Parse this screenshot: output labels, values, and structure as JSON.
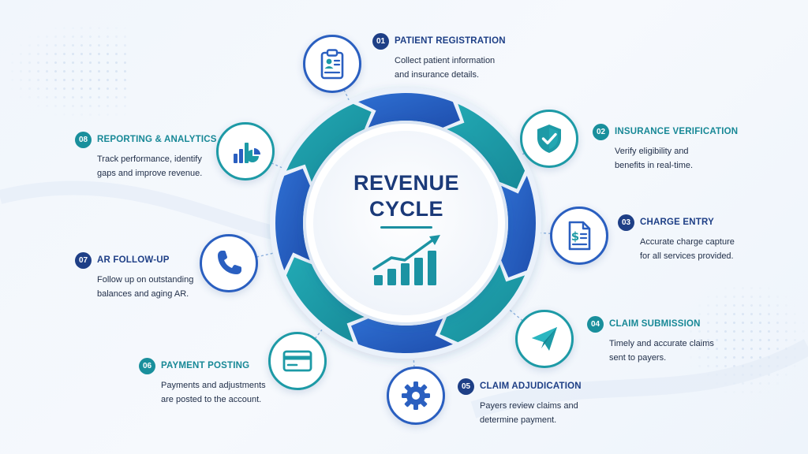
{
  "center": {
    "title_line1": "REVENUE",
    "title_line2": "CYCLE"
  },
  "colors": {
    "navy": "#1e3f86",
    "blue": "#2a5fc0",
    "teal": "#1d9aa6",
    "text": "#22304a"
  },
  "steps": [
    {
      "number": "01",
      "title": "PATIENT REGISTRATION",
      "description": "Collect patient information\nand insurance details.",
      "icon": "clipboard-icon",
      "accent": "blue"
    },
    {
      "number": "02",
      "title": "INSURANCE VERIFICATION",
      "description": "Verify eligibility and\nbenefits in real-time.",
      "icon": "shield-check-icon",
      "accent": "teal"
    },
    {
      "number": "03",
      "title": "CHARGE ENTRY",
      "description": "Accurate charge capture\nfor all services provided.",
      "icon": "invoice-icon",
      "accent": "blue"
    },
    {
      "number": "04",
      "title": "CLAIM SUBMISSION",
      "description": "Timely and accurate claims\nsent to payers.",
      "icon": "paper-plane-icon",
      "accent": "teal"
    },
    {
      "number": "05",
      "title": "CLAIM ADJUDICATION",
      "description": "Payers review claims and\ndetermine payment.",
      "icon": "gear-icon",
      "accent": "blue"
    },
    {
      "number": "06",
      "title": "PAYMENT POSTING",
      "description": "Payments and adjustments\nare posted to the account.",
      "icon": "credit-card-icon",
      "accent": "teal"
    },
    {
      "number": "07",
      "title": "AR FOLLOW-UP",
      "description": "Follow up on outstanding\nbalances and aging AR.",
      "icon": "phone-icon",
      "accent": "blue"
    },
    {
      "number": "08",
      "title": "REPORTING & ANALYTICS",
      "description": "Track performance, identify\ngaps and improve revenue.",
      "icon": "analytics-icon",
      "accent": "teal"
    }
  ]
}
